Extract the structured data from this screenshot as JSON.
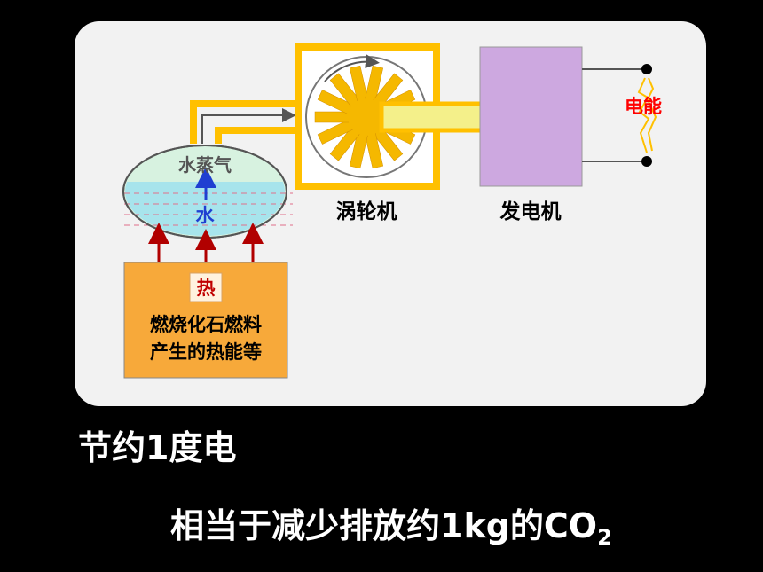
{
  "diagram": {
    "labels": {
      "steam": "水蒸气",
      "water": "水",
      "heat_badge": "热",
      "heat_line1": "燃烧化石燃料",
      "heat_line2": "产生的热能等",
      "turbine": "涡轮机",
      "generator": "发电机",
      "electricity": "电能"
    },
    "colors": {
      "panel": "#f2f2f2",
      "pipe": "#ffc000",
      "heat_box": "#f7a93a",
      "generator": "#cda8e0",
      "boiler_fill": "#d7f2e0",
      "water_fill": "#a7e4ec",
      "arrow_red": "#b10000",
      "arrow_blue": "#1f3fd1",
      "electric_red": "#ff0000"
    }
  },
  "caption": {
    "line1": "节约1度电",
    "line2_main": "相当于减少排放约1kg的CO",
    "line2_sub": "2"
  }
}
